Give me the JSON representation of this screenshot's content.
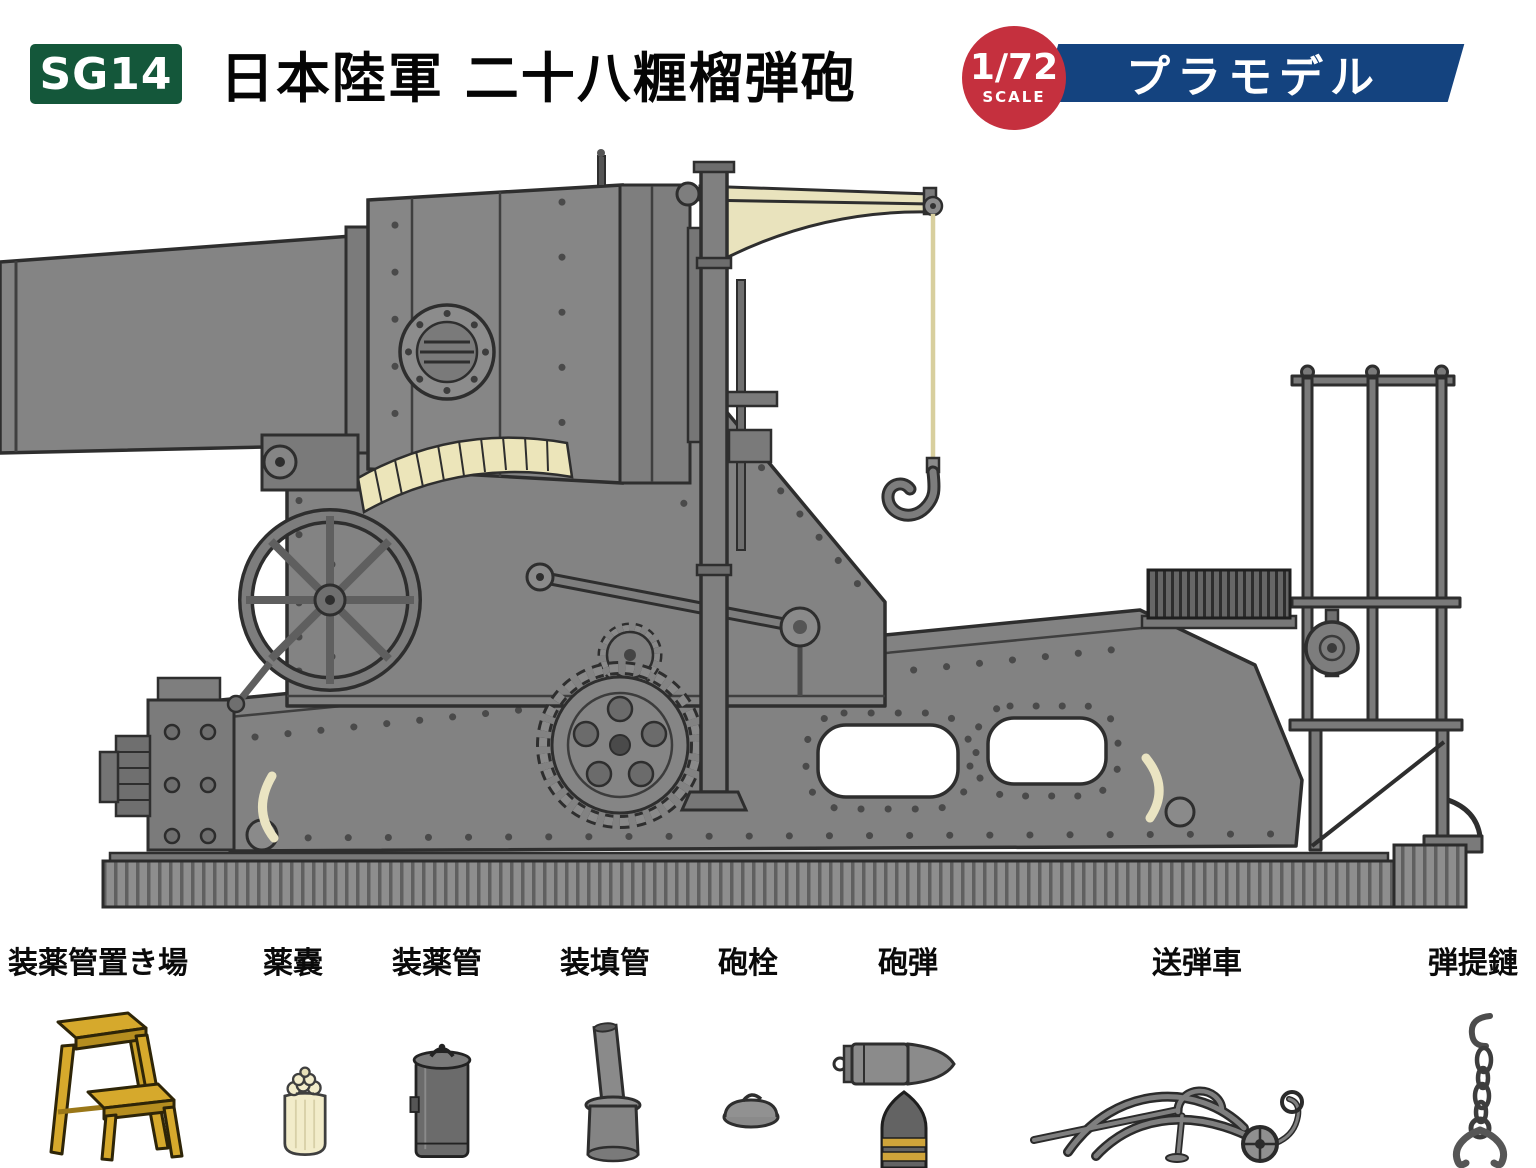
{
  "header": {
    "product_code": "SG14",
    "title": "日本陸軍 二十八糎榴弾砲",
    "scale_badge": {
      "scale": "1/72",
      "label": "SCALE"
    },
    "category_banner": "プラモデル"
  },
  "colors": {
    "badge_green": "#14573a",
    "scale_red": "#c5303e",
    "banner_blue": "#14437f",
    "metal_gray": "#838383",
    "outline_dark": "#2e2e2e",
    "cream_accent": "#ece5ba",
    "wood_yellow": "#d6a92c"
  },
  "illustration": {
    "name": "Japanese Army 28cm howitzer, side view"
  },
  "parts": [
    {
      "label": "装薬管置き場",
      "icon": "step-stool-icon"
    },
    {
      "label": "薬嚢",
      "icon": "powder-bag-icon"
    },
    {
      "label": "装薬管",
      "icon": "charge-canister-icon"
    },
    {
      "label": "装填管",
      "icon": "loading-tube-icon"
    },
    {
      "label": "砲栓",
      "icon": "breech-plug-icon"
    },
    {
      "label": "砲弾",
      "icon": "artillery-shells-icon"
    },
    {
      "label": "送弾車",
      "icon": "shell-carrier-icon"
    },
    {
      "label": "弾提鏈",
      "icon": "shell-chain-icon"
    }
  ]
}
